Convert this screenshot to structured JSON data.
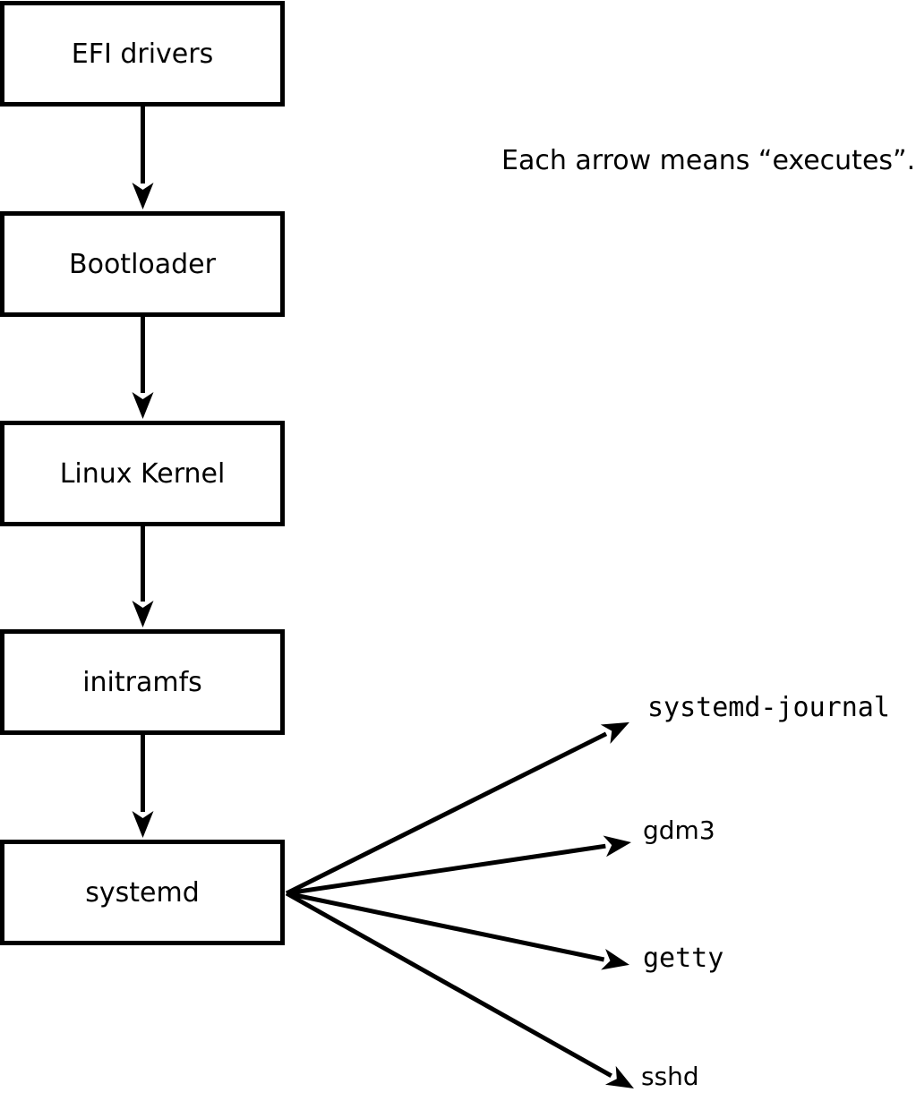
{
  "note": {
    "text": "Each arrow means “executes”."
  },
  "flow": {
    "nodes": [
      {
        "label": "EFI drivers"
      },
      {
        "label": "Bootloader"
      },
      {
        "label": "Linux Kernel"
      },
      {
        "label": "initramfs"
      },
      {
        "label": "systemd"
      }
    ],
    "spawned": [
      {
        "label": "systemd-journal"
      },
      {
        "label": "gdm3"
      },
      {
        "label": "getty"
      },
      {
        "label": "sshd"
      }
    ]
  },
  "colors": {
    "stroke": "#000000",
    "background": "#ffffff",
    "box_fill": "#ffffff"
  }
}
